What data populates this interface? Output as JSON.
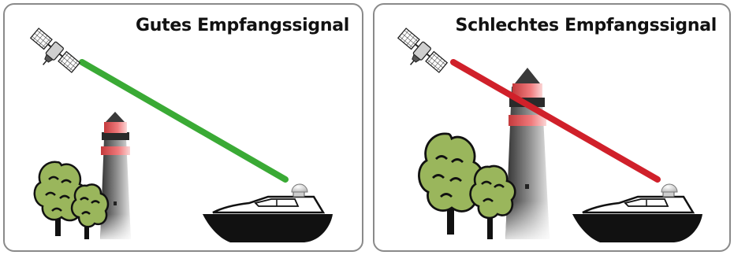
{
  "panels": [
    {
      "title": "Gutes Empfangssignal",
      "signal": "good",
      "signal_color": "#3aaa35",
      "line_obstructed": false,
      "icons": [
        "satellite-icon",
        "lighthouse-icon",
        "tree-icon",
        "boat-icon"
      ]
    },
    {
      "title": "Schlechtes Empfangssignal",
      "signal": "bad",
      "signal_color": "#d0202a",
      "line_obstructed": true,
      "icons": [
        "satellite-icon",
        "lighthouse-icon",
        "tree-icon",
        "boat-icon"
      ]
    }
  ],
  "colors": {
    "border": "#8a8a8a",
    "tree_fill": "#9ab65c",
    "lighthouse_band": "#e8585a",
    "hull": "#111111"
  }
}
